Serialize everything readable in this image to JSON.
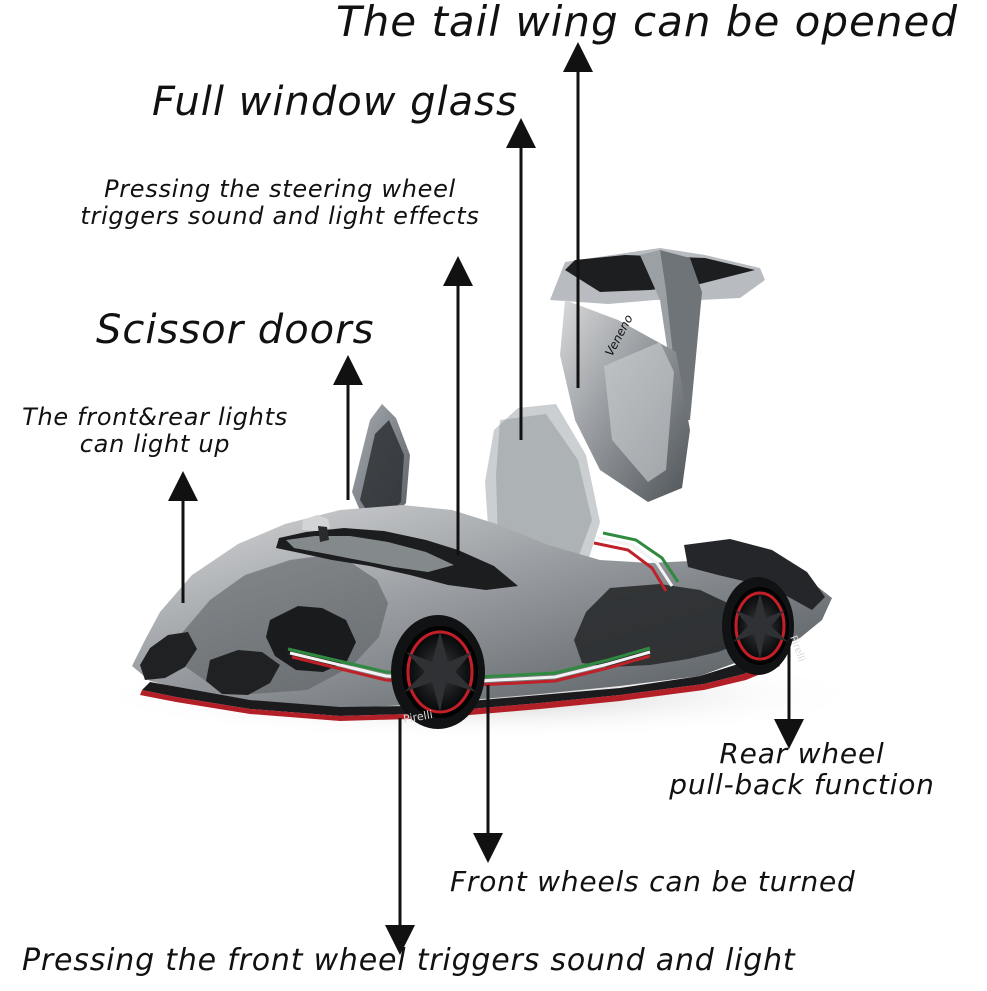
{
  "callouts": {
    "tail_wing": "The tail wing can be opened",
    "window_glass": "Full window glass",
    "steering_line1": "Pressing the steering wheel",
    "steering_line2": "triggers sound and light effects",
    "scissor_doors": "Scissor doors",
    "lights_line1": "The front&rear lights",
    "lights_line2": "can light up",
    "rear_line1": "Rear wheel",
    "rear_line2": "pull-back function",
    "front_turn": "Front wheels can be turned",
    "front_press": "Pressing the front wheel triggers sound and light"
  },
  "car": {
    "wheel_text_front": "Pirelli",
    "wheel_text_rear": "Pirelli",
    "door_badge": "Veneno"
  },
  "colors": {
    "body_silver": "#9a9ea2",
    "body_dark": "#2a2b2d",
    "accent_red": "#b81d26",
    "stripe_green": "#2f8a3f",
    "stripe_white": "#f2f2f2",
    "text": "#111111"
  }
}
